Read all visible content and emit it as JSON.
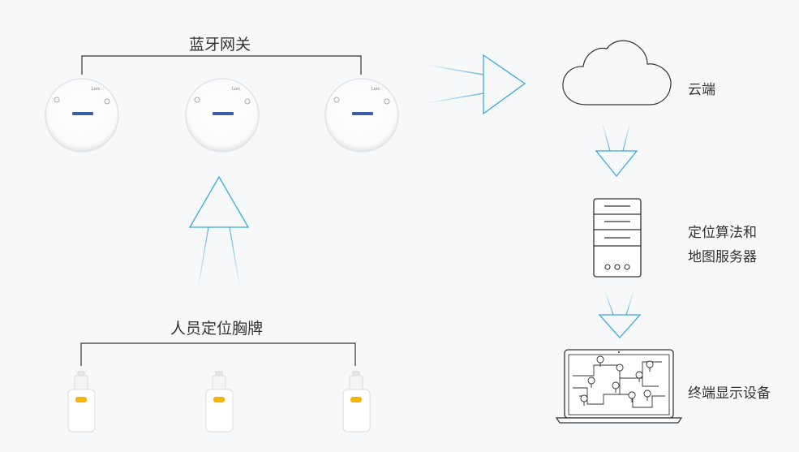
{
  "gateways": {
    "title": "蓝牙网关"
  },
  "badges": {
    "title": "人员定位胸牌"
  },
  "cloud": {
    "label": "云端"
  },
  "server": {
    "label_line1": "定位算法和",
    "label_line2": "地图服务器"
  },
  "terminal": {
    "label": "终端显示设备"
  },
  "colors": {
    "arrow_stroke": "#3aa8e0",
    "device": "#ffffff",
    "badge_accent": "#f5b400",
    "line": "#333333"
  }
}
